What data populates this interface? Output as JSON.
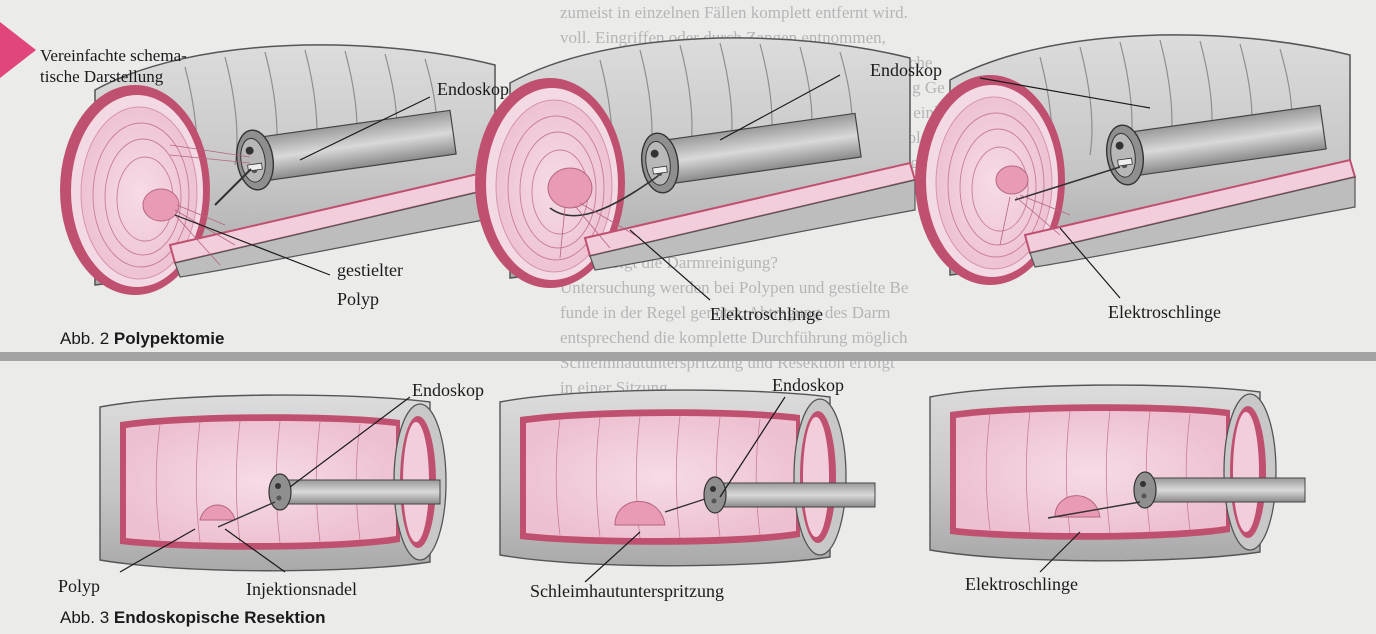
{
  "background_text": "zumeist in einzelnen Fällen komplett entfernt wird.\nvoll. Eingriffen oder durch Zangen entnommen,\nentartete Zellen lassen sich nur durch die histologische\nGrund für Voruntersuchungen und Entnahme günstig Ge\nwebe. Nach der Entfernung muss man die Therapie einleiten\nund bei vielen Patienten die Untersuchung wiederholen\nkann der Körper den Polypen wieder bilden, Vorsorge\nwerden die Intervalle der Kontrolluntersuchungen an\nden Befund angepasst.\n\nWie erfolgt die Darmreinigung?\nUntersuchung werden bei Polypen und gestielte Be\nfunde in der Regel genutzt, Abtragung des Darm\nentsprechend die komplette Durchführung möglich\nSchleimhautunterspritzung und Resektion erfolgt\nin einer Sitzung.",
  "figure2": {
    "corner_note": "Vereinfachte schema-\ntische Darstellung",
    "labels": {
      "endoskop_1": "Endoskop",
      "endoskop_3": "Endoskop",
      "gestielter": "gestielter",
      "polyp": "Polyp",
      "elektroschlinge_2": "Elektroschlinge",
      "elektroschlinge_3": "Elektroschlinge"
    },
    "caption_prefix": "Abb. 2 ",
    "caption_title": "Polypektomie"
  },
  "figure3": {
    "labels": {
      "endoskop_1": "Endoskop",
      "endoskop_2": "Endoskop",
      "polyp": "Polyp",
      "injektionsnadel": "Injektionsnadel",
      "schleimhautunterspritzung": "Schleimhautunterspritzung",
      "elektroschlinge": "Elektroschlinge"
    },
    "caption_prefix": "Abb. 3 ",
    "caption_title": "Endoskopische Resektion"
  },
  "colors": {
    "tube_outer": "#cfcfcf",
    "tube_shadow": "#a9a9a9",
    "mucosa": "#f2cedd",
    "wall_red": "#c0506f",
    "polyp": "#e99ab5",
    "corner_marker": "#e0457b"
  }
}
